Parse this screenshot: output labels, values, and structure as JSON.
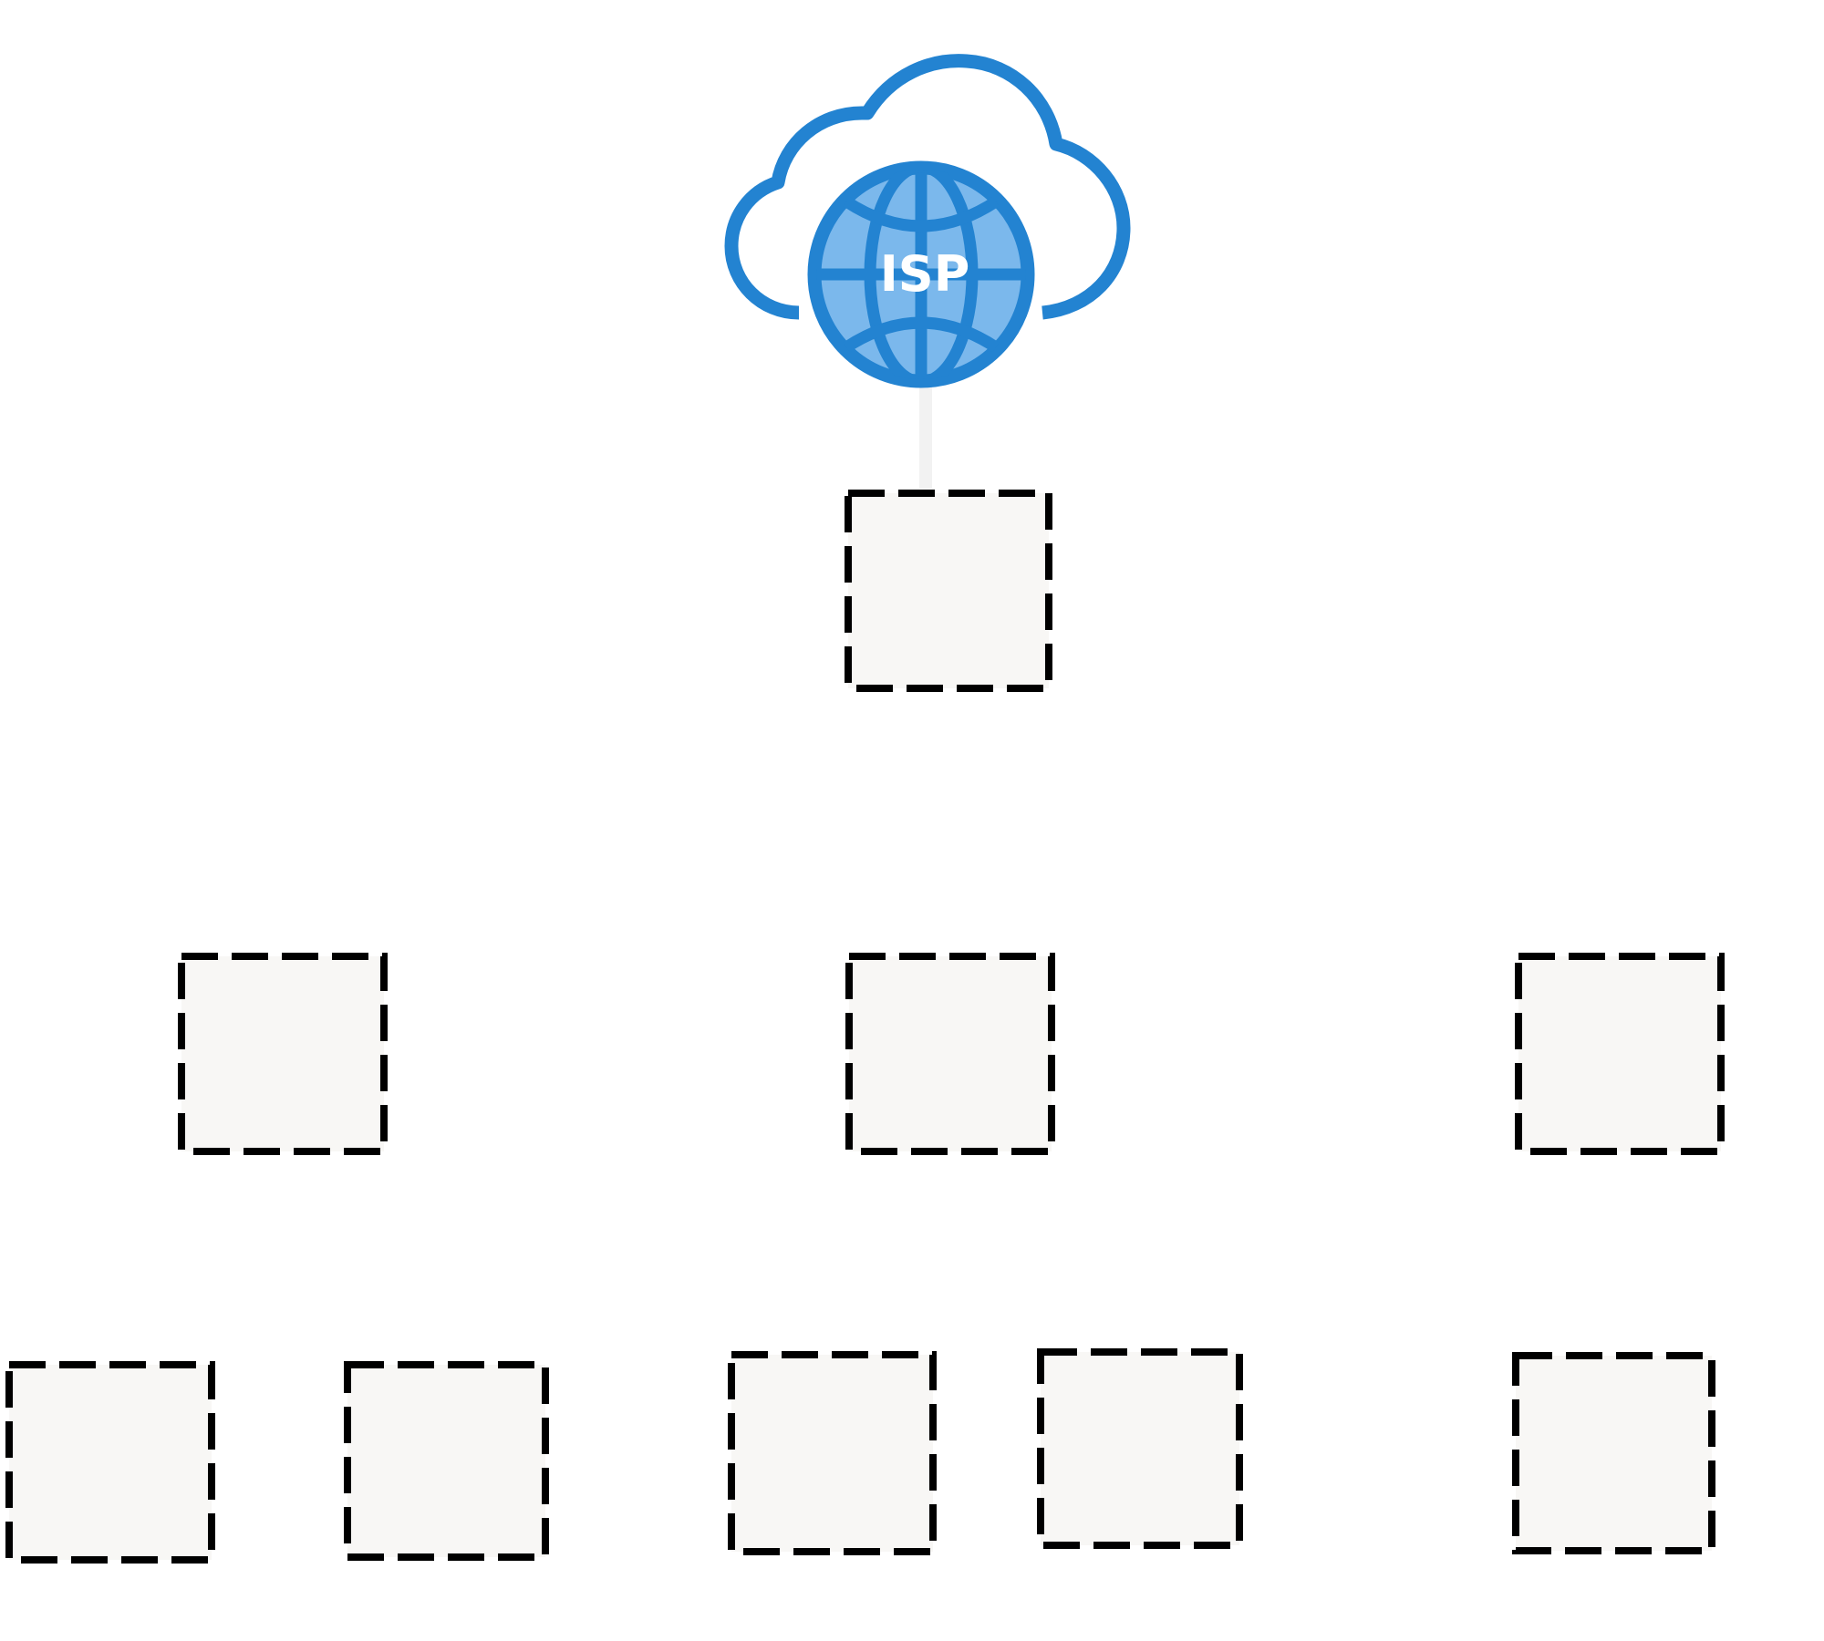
{
  "isp": {
    "label": "ISP",
    "icon": "cloud-globe-icon",
    "colors": {
      "cloud_stroke": "#2383d1",
      "globe_fill": "#7bb8ec",
      "globe_stroke": "#2383d1",
      "label": "#ffffff"
    }
  },
  "slots": {
    "style": {
      "fill": "#f8f7f5",
      "border": "#000000",
      "border_style": "dashed"
    },
    "tiers": [
      {
        "name": "tier-1",
        "count": 1
      },
      {
        "name": "tier-2",
        "count": 3
      },
      {
        "name": "tier-3",
        "count": 5
      }
    ]
  },
  "connector": {
    "color": "#f2f2f2"
  }
}
